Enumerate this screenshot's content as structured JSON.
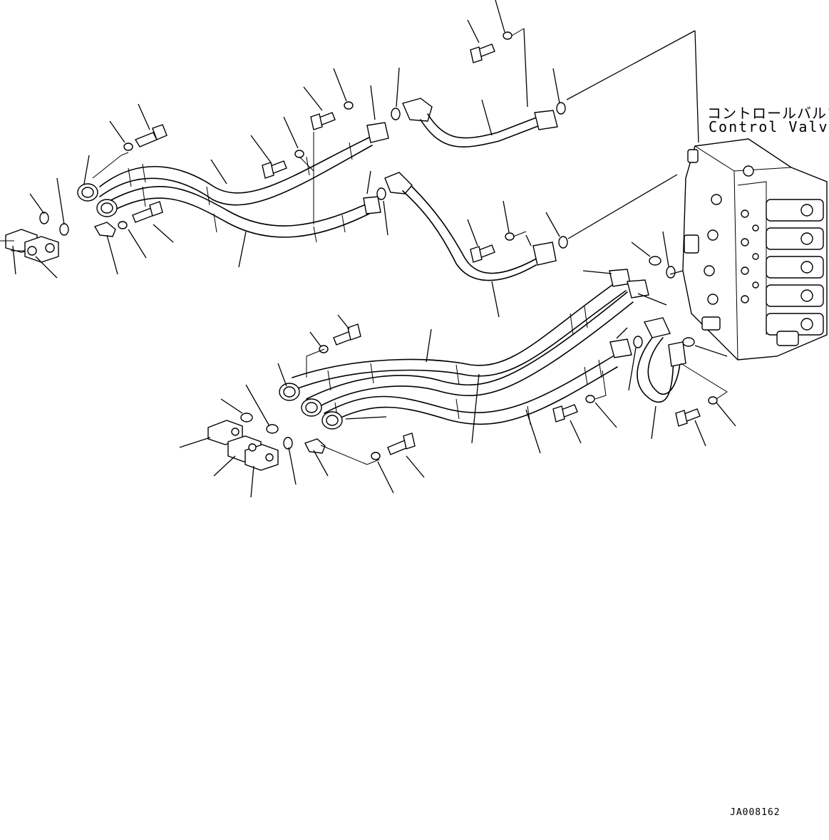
{
  "figure": {
    "component_label_jp": "コントロールバルブ",
    "component_label_en": "Control Valve",
    "drawing_code": "JA008162"
  },
  "colors": {
    "line": "#000000",
    "background": "#ffffff"
  }
}
